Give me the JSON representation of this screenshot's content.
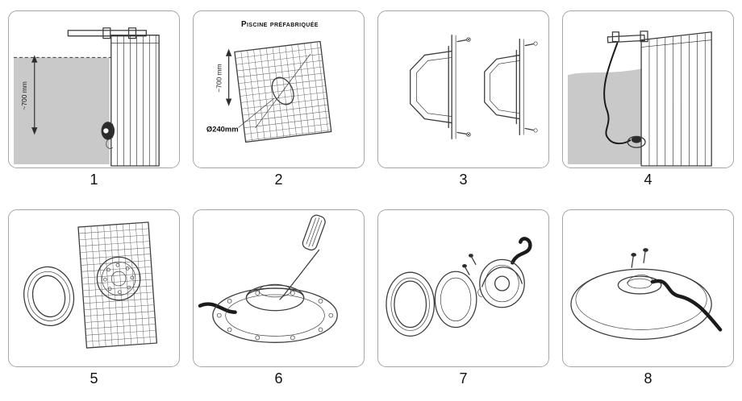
{
  "colors": {
    "line_color": "#3c3c3c",
    "water_fill": "#c9c9c9",
    "panel_border": "#a6a6a6",
    "cable_color": "#1b1b1b",
    "text_color": "#111111"
  },
  "figure": {
    "steps": [
      {
        "number": "1",
        "labels": {
          "dimension": "~700 mm"
        }
      },
      {
        "number": "2",
        "labels": {
          "panel_title": "Piscine préfabriquée",
          "dimension": "~700 mm",
          "diameter": "Ø240mm"
        }
      },
      {
        "number": "3"
      },
      {
        "number": "4"
      },
      {
        "number": "5"
      },
      {
        "number": "6"
      },
      {
        "number": "7"
      },
      {
        "number": "8"
      }
    ]
  }
}
